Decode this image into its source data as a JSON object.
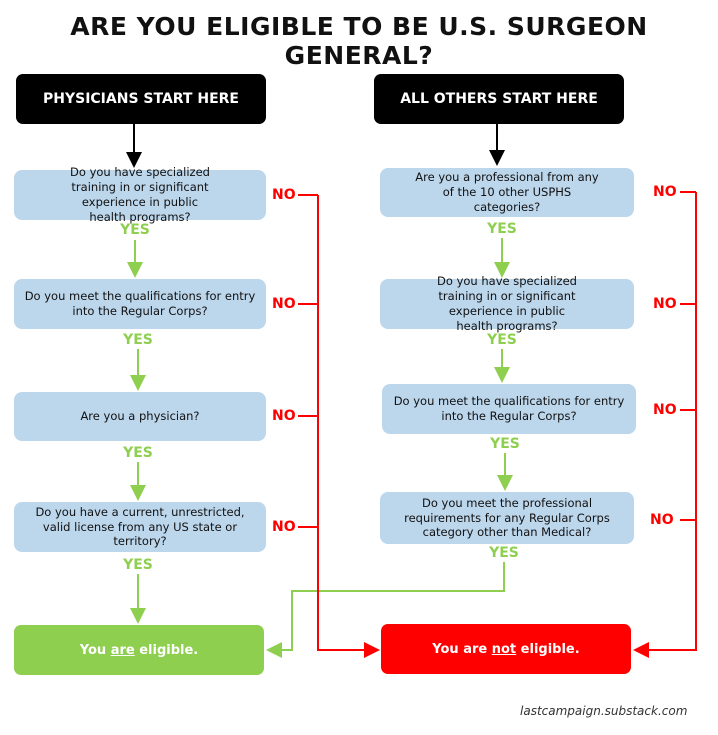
{
  "title": "ARE YOU ELIGIBLE TO BE U.S. SURGEON GENERAL?",
  "left": {
    "start": "PHYSICIANS START HERE",
    "questions": [
      "Do you have specialized training in or significant experience in public health programs?",
      "Do you meet the qualifications for entry into the Regular Corps?",
      "Are you a physician?",
      "Do you have a current, unrestricted, valid license from any US state or territory?"
    ]
  },
  "right": {
    "start": "ALL OTHERS START HERE",
    "questions": [
      "Are you a professional from any of the 10 other USPHS categories?",
      "Do you have specialized training in or significant experience in public health programs?",
      "Do you meet the qualifications for entry into the Regular Corps?",
      "Do you meet the professional requirements for any Regular Corps category other than Medical?"
    ]
  },
  "labels": {
    "yes": "YES",
    "no": "NO"
  },
  "outcomes": {
    "eligible": {
      "pre": "You ",
      "em": "are",
      "post": " eligible."
    },
    "not_eligible": {
      "pre": "You are ",
      "em": "not",
      "post": " eligible."
    }
  },
  "footer": "lastcampaign.substack.com",
  "colors": {
    "question": "#bcd6ec",
    "yes": "#8fcf4f",
    "no": "#ff0000",
    "start": "#000000"
  }
}
